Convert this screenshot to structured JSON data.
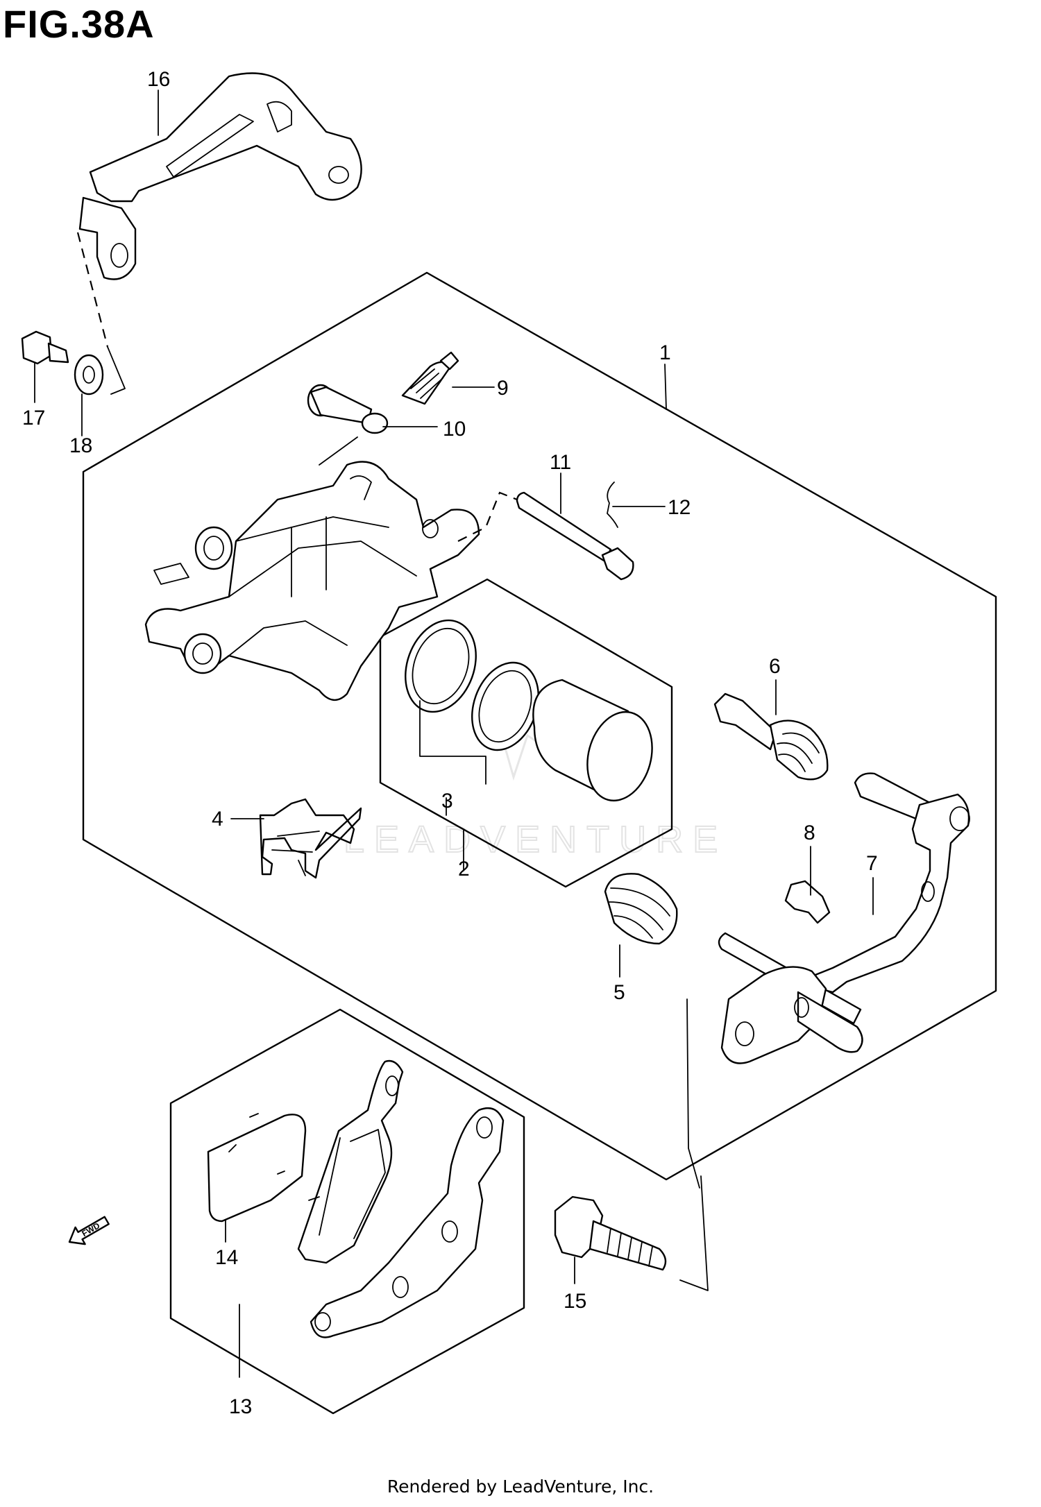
{
  "title": "FIG.38A",
  "watermark": "LEADVENTURE",
  "fwd_label": "FWD",
  "footer": "Rendered by LeadVenture, Inc.",
  "callouts": {
    "c1": "1",
    "c2": "2",
    "c3": "3",
    "c4": "4",
    "c5": "5",
    "c6": "6",
    "c7": "7",
    "c8": "8",
    "c9": "9",
    "c10": "10",
    "c11": "11",
    "c12": "12",
    "c13": "13",
    "c14": "14",
    "c15": "15",
    "c16": "16",
    "c17": "17",
    "c18": "18"
  }
}
